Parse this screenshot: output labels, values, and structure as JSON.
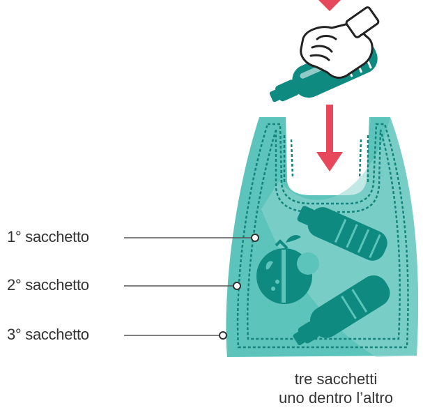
{
  "labels": [
    {
      "text": "1° sacchetto"
    },
    {
      "text": "2° sacchetto"
    },
    {
      "text": "3° sacchetto"
    }
  ],
  "caption": {
    "line1": "tre sacchetti",
    "line2": "uno dentro l’altro"
  },
  "colors": {
    "bag_fill": "#5cc4bb",
    "bag_fill_light": "#8fd6cf",
    "bag_stroke": "#12847b",
    "item_teal": "#0e8a80",
    "arrow": "#e8485c",
    "leader_line": "#555555",
    "text": "#333333"
  }
}
